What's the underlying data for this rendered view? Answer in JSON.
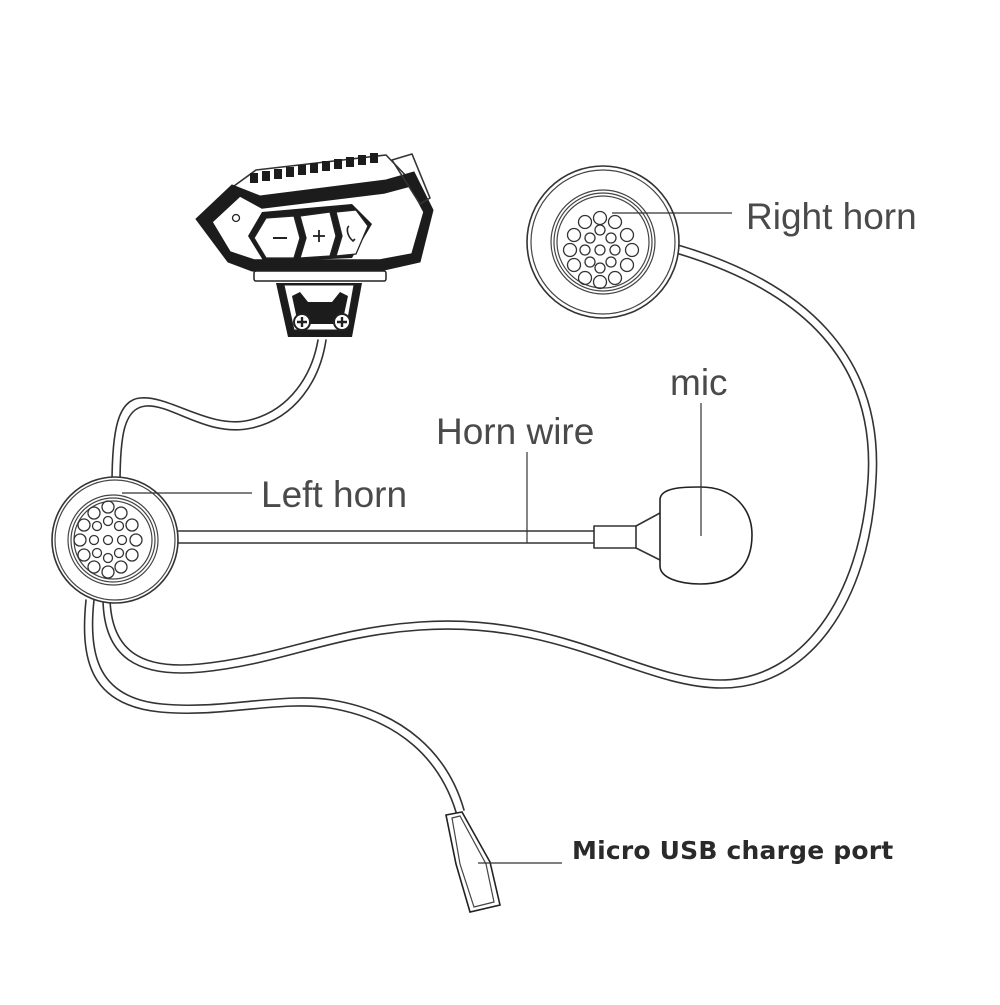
{
  "diagram": {
    "type": "product-component-diagram",
    "subject": "Helmet Bluetooth headset",
    "labels": {
      "right_horn": "Right horn",
      "mic": "mic",
      "horn_wire": "Horn wire",
      "left_horn": "Left horn",
      "usb_port": "Micro USB charge port"
    },
    "control_unit": {
      "buttons": [
        {
          "name": "volume-down",
          "glyph": "−"
        },
        {
          "name": "volume-up",
          "glyph": "+"
        },
        {
          "name": "call",
          "glyph": "phone-icon"
        }
      ],
      "indicator": "led-dot",
      "screws": 2
    },
    "colors": {
      "line": "#333333",
      "label_text": "#4a4a4a",
      "background": "#ffffff"
    }
  }
}
